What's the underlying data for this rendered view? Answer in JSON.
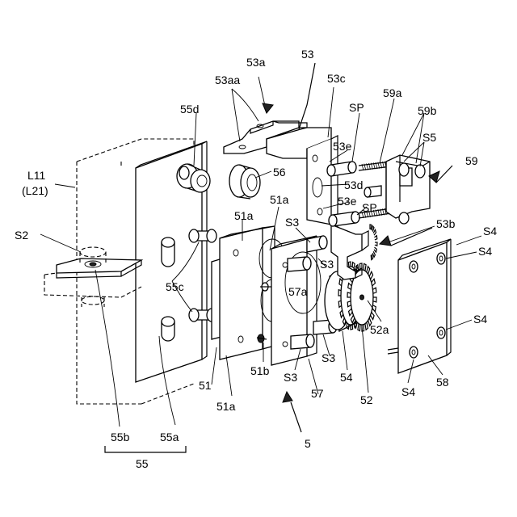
{
  "labels": {
    "l5": "5",
    "l51": "51",
    "l51a_1": "51a",
    "l51a_2": "51a",
    "l51a_3": "51a",
    "l51b": "51b",
    "l52": "52",
    "l52a": "52a",
    "l53": "53",
    "l53a": "53a",
    "l53aa": "53aa",
    "l53b": "53b",
    "l53c": "53c",
    "l53d": "53d",
    "l53e_1": "53e",
    "l53e_2": "53e",
    "l54": "54",
    "l55": "55",
    "l55a": "55a",
    "l55b": "55b",
    "l55c": "55c",
    "l55d": "55d",
    "l56": "56",
    "l57": "57",
    "l57a": "57a",
    "l58": "58",
    "l59": "59",
    "l59a": "59a",
    "l59b": "59b",
    "lS2": "S2",
    "lS3_1": "S3",
    "lS3_2": "S3",
    "lS3_3": "S3",
    "lS3_4": "S3",
    "lS4_1": "S4",
    "lS4_2": "S4",
    "lS4_3": "S4",
    "lS4_4": "S4",
    "lS5": "S5",
    "lSP_1": "SP",
    "lSP_2": "SP",
    "lL11": "L11",
    "lL21": "(L21)"
  }
}
